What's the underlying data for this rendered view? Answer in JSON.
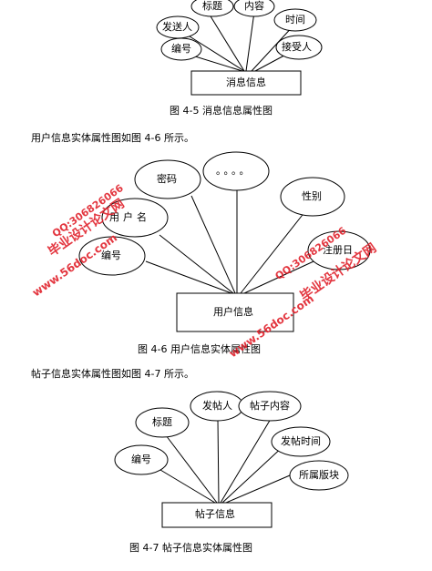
{
  "diagram1": {
    "entity": "消息信息",
    "attributes": [
      "标题",
      "内容",
      "发送人",
      "时间",
      "编号",
      "接受人"
    ],
    "caption": "图 4-5 消息信息属性图"
  },
  "para1": "用户信息实体属性图如图 4-6 所示。",
  "diagram2": {
    "entity": "用户信息",
    "attributes": [
      "密码",
      "。。。。",
      "性别",
      "用户名",
      "编号",
      "注册日"
    ],
    "caption": "图 4-6 用户信息实体属性图"
  },
  "para2": "帖子信息实体属性图如图 4-7 所示。",
  "diagram3": {
    "entity": "帖子信息",
    "attributes": [
      "发帖人",
      "帖子内容",
      "标题",
      "发帖时间",
      "编号",
      "所属版块"
    ],
    "caption": "图 4-7 帖子信息实体属性图"
  },
  "watermark": {
    "cn": "毕业设计论文网",
    "url": "www.56doc.com",
    "qq": "QQ:306826066"
  },
  "colors": {
    "line": "#000000",
    "watermark": "#e0212b"
  }
}
